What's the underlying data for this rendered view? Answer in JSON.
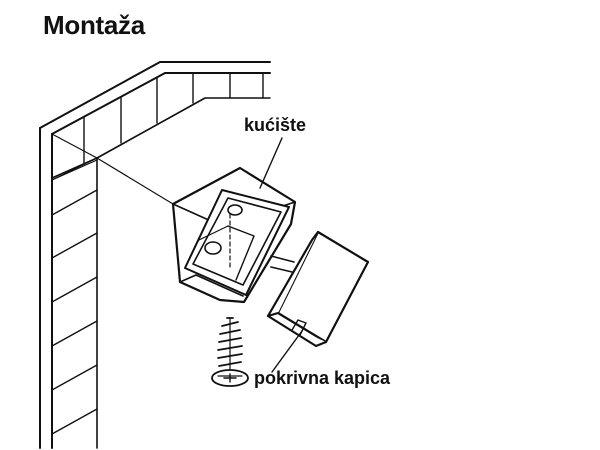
{
  "title": "Montaža",
  "labels": {
    "housing": "kućište",
    "cover_cap": "pokrivna kapica"
  },
  "colors": {
    "line": "#111111",
    "fill": "#ffffff"
  }
}
